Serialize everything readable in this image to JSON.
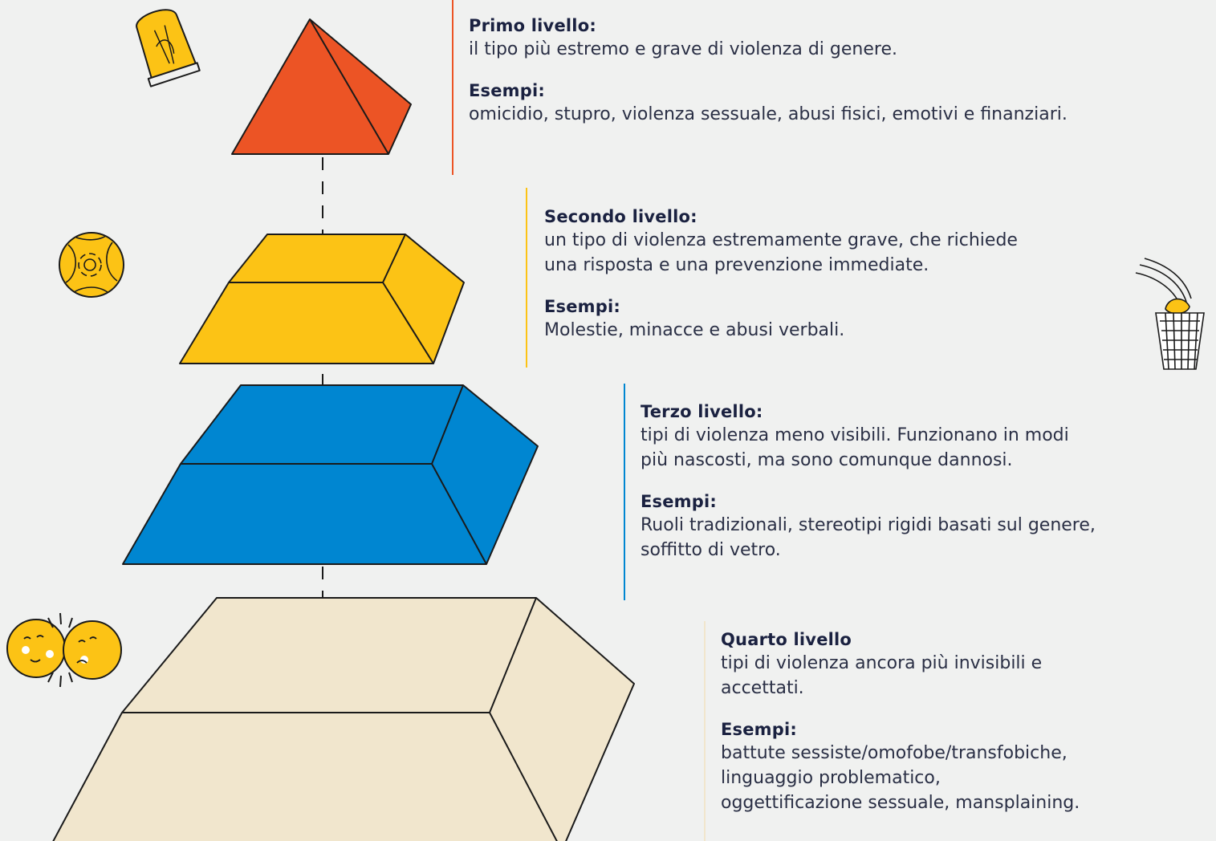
{
  "colors": {
    "background": "#f0f1f0",
    "level1": "#ec5425",
    "level2": "#fcc315",
    "level3": "#0086d1",
    "level4": "#f1e6cd",
    "outline": "#1a1a1a",
    "icon_yellow": "#fcc315"
  },
  "icons": [
    "glove-icon",
    "yarn-ball-icon",
    "faces-icon",
    "trash-bin-icon"
  ],
  "levels": [
    {
      "heading": "Primo livello:",
      "description": "il tipo più estremo e grave di violenza di genere.",
      "examples_heading": "Esempi:",
      "examples": "omicidio, stupro, violenza sessuale, abusi fisici, emotivi e finanziari."
    },
    {
      "heading": "Secondo livello:",
      "description": "un tipo di violenza estremamente grave, che richiede\nuna risposta e una prevenzione immediate.",
      "examples_heading": "Esempi:",
      "examples": "Molestie, minacce e abusi verbali."
    },
    {
      "heading": "Terzo livello:",
      "description": "tipi di violenza meno visibili. Funzionano in modi\npiù nascosti, ma sono comunque dannosi.",
      "examples_heading": "Esempi:",
      "examples": "Ruoli tradizionali, stereotipi rigidi basati sul genere,\nsoffitto di vetro."
    },
    {
      "heading": "Quarto livello",
      "description": "tipi di violenza ancora più invisibili e\naccettati.",
      "examples_heading": "Esempi:",
      "examples": "battute sessiste/omofobe/transfobiche,\nlinguaggio problematico,\noggettificazione sessuale, mansplaining."
    }
  ]
}
